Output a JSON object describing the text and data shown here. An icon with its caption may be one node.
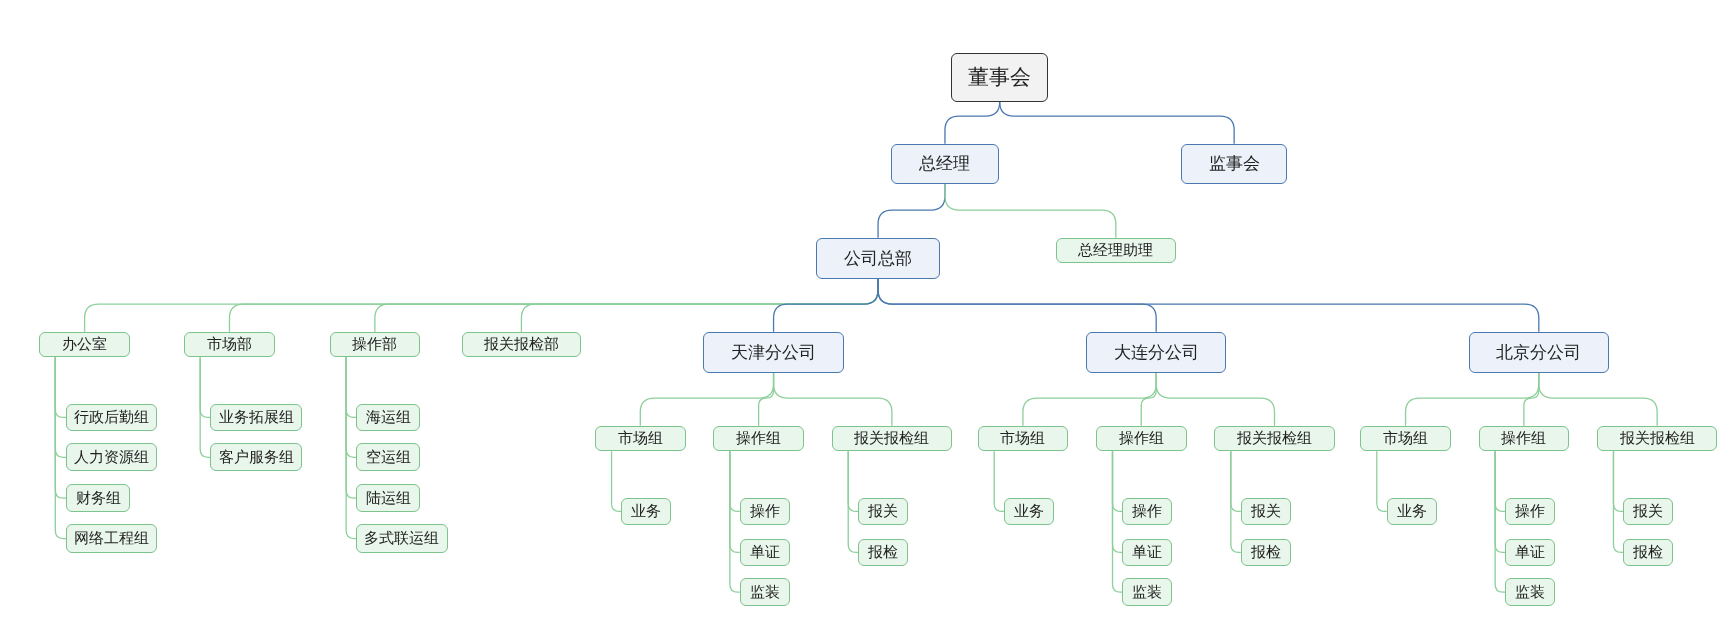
{
  "diagram": {
    "nodes": [
      {
        "text": [
          "董事会"
        ]
      },
      {
        "text": [
          "总经理"
        ]
      },
      {
        "text": [
          "监事会"
        ]
      },
      {
        "text": [
          "公司总部"
        ]
      },
      {
        "text": [
          "总经理助理"
        ]
      },
      {
        "text": [
          "办公室"
        ]
      },
      {
        "text": [
          "行政后勤组"
        ]
      },
      {
        "text": [
          "人力资源组"
        ]
      },
      {
        "text": [
          "财务组"
        ]
      },
      {
        "text": [
          "网络工程组"
        ]
      },
      {
        "text": [
          "市场部"
        ]
      },
      {
        "text": [
          "业务拓展组"
        ]
      },
      {
        "text": [
          "客户服务组"
        ]
      },
      {
        "text": [
          "操作部"
        ]
      },
      {
        "text": [
          "海运组"
        ]
      },
      {
        "text": [
          "空运组"
        ]
      },
      {
        "text": [
          "陆运组"
        ]
      },
      {
        "text": [
          "多式联运组"
        ]
      },
      {
        "text": [
          "报关报检部"
        ]
      },
      {
        "text": [
          "天津分公司"
        ]
      },
      {
        "text": [
          "市场组"
        ]
      },
      {
        "text": [
          "业务"
        ]
      },
      {
        "text": [
          "操作组"
        ]
      },
      {
        "text": [
          "操作"
        ]
      },
      {
        "text": [
          "单证"
        ]
      },
      {
        "text": [
          "监装"
        ]
      },
      {
        "text": [
          "报关报检组"
        ]
      },
      {
        "text": [
          "报关"
        ]
      },
      {
        "text": [
          "报检"
        ]
      },
      {
        "text": [
          "大连分公司"
        ]
      },
      {
        "text": [
          "市场组"
        ]
      },
      {
        "text": [
          "业务"
        ]
      },
      {
        "text": [
          "操作组"
        ]
      },
      {
        "text": [
          "操作"
        ]
      },
      {
        "text": [
          "单证"
        ]
      },
      {
        "text": [
          "监装"
        ]
      },
      {
        "text": [
          "报关报检组"
        ]
      },
      {
        "text": [
          "报关"
        ]
      },
      {
        "text": [
          "报检"
        ]
      },
      {
        "text": [
          "北京分公司"
        ]
      },
      {
        "text": [
          "市场组"
        ]
      },
      {
        "text": [
          "业务"
        ]
      },
      {
        "text": [
          "操作组"
        ]
      },
      {
        "text": [
          "操作"
        ]
      },
      {
        "text": [
          "单证"
        ]
      },
      {
        "text": [
          "监装"
        ]
      },
      {
        "text": [
          "报关报检组"
        ]
      },
      {
        "text": [
          "报关"
        ]
      },
      {
        "text": [
          "报检"
        ]
      }
    ],
    "edges": [
      {
        "from": 0,
        "to": 1,
        "arrow": "none",
        "color": "#4a78b0"
      },
      {
        "from": 0,
        "to": 2,
        "arrow": "none",
        "color": "#4a78b0"
      },
      {
        "from": 1,
        "to": 3,
        "arrow": "none",
        "color": "#4a78b0"
      },
      {
        "from": 1,
        "to": 4,
        "arrow": "none"
      },
      {
        "from": 3,
        "to": 5,
        "arrow": "none"
      },
      {
        "from": 3,
        "to": 10,
        "arrow": "none"
      },
      {
        "from": 3,
        "to": 13,
        "arrow": "none"
      },
      {
        "from": 3,
        "to": 18,
        "arrow": "none"
      },
      {
        "from": 3,
        "to": 19,
        "arrow": "none",
        "color": "#4a78b0"
      },
      {
        "from": 3,
        "to": 29,
        "arrow": "none",
        "color": "#4a78b0"
      },
      {
        "from": 3,
        "to": 39,
        "arrow": "none",
        "color": "#4a78b0"
      },
      {
        "from": 5,
        "to": 6,
        "arrow": "none"
      },
      {
        "from": 5,
        "to": 7,
        "arrow": "none"
      },
      {
        "from": 5,
        "to": 8,
        "arrow": "none"
      },
      {
        "from": 5,
        "to": 9,
        "arrow": "none"
      },
      {
        "from": 10,
        "to": 11,
        "arrow": "none"
      },
      {
        "from": 10,
        "to": 12,
        "arrow": "none"
      },
      {
        "from": 13,
        "to": 14,
        "arrow": "none"
      },
      {
        "from": 13,
        "to": 15,
        "arrow": "none"
      },
      {
        "from": 13,
        "to": 16,
        "arrow": "none"
      },
      {
        "from": 13,
        "to": 17,
        "arrow": "none"
      },
      {
        "from": 19,
        "to": 20,
        "arrow": "none"
      },
      {
        "from": 19,
        "to": 22,
        "arrow": "none"
      },
      {
        "from": 19,
        "to": 26,
        "arrow": "none"
      },
      {
        "from": 20,
        "to": 21,
        "arrow": "none"
      },
      {
        "from": 22,
        "to": 23,
        "arrow": "none"
      },
      {
        "from": 22,
        "to": 24,
        "arrow": "none"
      },
      {
        "from": 22,
        "to": 25,
        "arrow": "none"
      },
      {
        "from": 26,
        "to": 27,
        "arrow": "none"
      },
      {
        "from": 26,
        "to": 28,
        "arrow": "none"
      },
      {
        "from": 29,
        "to": 30,
        "arrow": "none"
      },
      {
        "from": 29,
        "to": 32,
        "arrow": "none"
      },
      {
        "from": 29,
        "to": 36,
        "arrow": "none"
      },
      {
        "from": 30,
        "to": 31,
        "arrow": "none"
      },
      {
        "from": 32,
        "to": 33,
        "arrow": "none"
      },
      {
        "from": 32,
        "to": 34,
        "arrow": "none"
      },
      {
        "from": 32,
        "to": 35,
        "arrow": "none"
      },
      {
        "from": 36,
        "to": 37,
        "arrow": "none"
      },
      {
        "from": 36,
        "to": 38,
        "arrow": "none"
      },
      {
        "from": 39,
        "to": 40,
        "arrow": "none"
      },
      {
        "from": 39,
        "to": 42,
        "arrow": "none"
      },
      {
        "from": 39,
        "to": 46,
        "arrow": "none"
      },
      {
        "from": 40,
        "to": 41,
        "arrow": "none"
      },
      {
        "from": 42,
        "to": 43,
        "arrow": "none"
      },
      {
        "from": 42,
        "to": 44,
        "arrow": "none"
      },
      {
        "from": 42,
        "to": 45,
        "arrow": "none"
      },
      {
        "from": 46,
        "to": 47,
        "arrow": "none"
      },
      {
        "from": 46,
        "to": 48,
        "arrow": "none"
      }
    ]
  }
}
